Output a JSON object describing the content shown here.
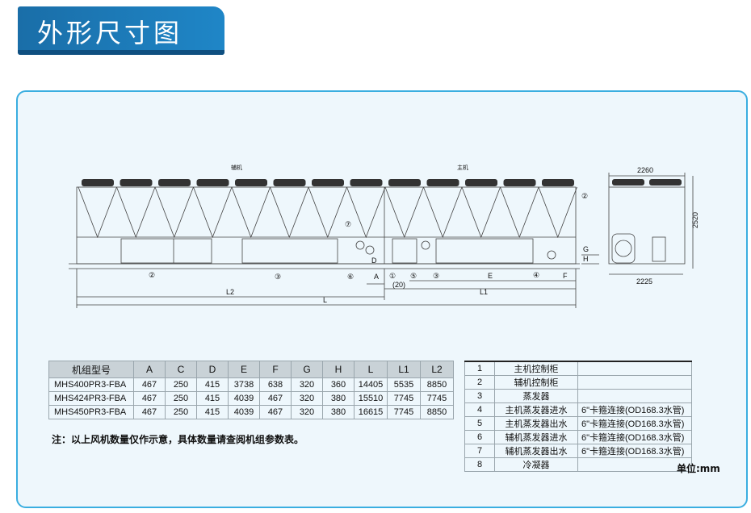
{
  "header": {
    "title": "外形尺寸图"
  },
  "drawing": {
    "labels": {
      "aux_unit": "辅机",
      "main_unit": "主机",
      "A": "A",
      "D": "D",
      "E": "E",
      "F": "F",
      "G": "G",
      "H": "H",
      "L": "L",
      "L1": "L1",
      "L2": "L2",
      "gap": "(20)",
      "width_top": "2260",
      "height": "2520",
      "width_bottom": "2225"
    },
    "callouts": [
      "①",
      "②",
      "③",
      "④",
      "⑤",
      "⑥",
      "⑦"
    ]
  },
  "spec_table": {
    "headers": [
      "机组型号",
      "A",
      "C",
      "D",
      "E",
      "F",
      "G",
      "H",
      "L",
      "L1",
      "L2"
    ],
    "rows": [
      [
        "MHS400PR3-FBA",
        "467",
        "250",
        "415",
        "3738",
        "638",
        "320",
        "360",
        "14405",
        "5535",
        "8850"
      ],
      [
        "MHS424PR3-FBA",
        "467",
        "250",
        "415",
        "4039",
        "467",
        "320",
        "380",
        "15510",
        "7745",
        "7745"
      ],
      [
        "MHS450PR3-FBA",
        "467",
        "250",
        "415",
        "4039",
        "467",
        "320",
        "380",
        "16615",
        "7745",
        "8850"
      ]
    ]
  },
  "note": "注：以上风机数量仅作示意，具体数量请查阅机组参数表。",
  "legend_table": {
    "rows": [
      [
        "1",
        "主机控制柜",
        ""
      ],
      [
        "2",
        "辅机控制柜",
        ""
      ],
      [
        "3",
        "蒸发器",
        ""
      ],
      [
        "4",
        "主机蒸发器进水",
        "6\"卡箍连接(OD168.3水管)"
      ],
      [
        "5",
        "主机蒸发器出水",
        "6\"卡箍连接(OD168.3水管)"
      ],
      [
        "6",
        "辅机蒸发器进水",
        "6\"卡箍连接(OD168.3水管)"
      ],
      [
        "7",
        "辅机蒸发器出水",
        "6\"卡箍连接(OD168.3水管)"
      ],
      [
        "8",
        "冷凝器",
        ""
      ]
    ]
  },
  "unit": "单位:mm"
}
